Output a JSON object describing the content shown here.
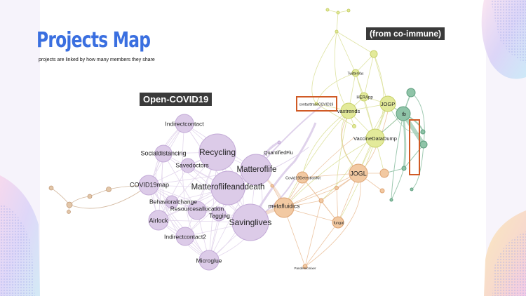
{
  "slide": {
    "title": "Projects Map",
    "subtitle": "projects are linked by how many members they share",
    "group_left_label": "Open-COVID19",
    "group_right_label": "(from co-immune)"
  },
  "colors": {
    "purple": "#dccbe8",
    "purple_stroke": "#c2a9d6",
    "orange": "#f2c9a2",
    "orange_stroke": "#dca070",
    "yellow": "#e3ea9a",
    "yellow_stroke": "#c7d06a",
    "teal": "#8fc4a8",
    "teal_stroke": "#5e9e7e",
    "highlight": "#d05a25"
  },
  "nodes": {
    "indirectcontact": "Indirectcontact",
    "socialdistancing": "Socialdistancing",
    "recycling": "Recycling",
    "savedoctors": "Savedoctors",
    "matteroflife": "Matteroflife",
    "covid19map": "COVID19map",
    "matteroflifeanddeath": "Matteroflifeanddeath",
    "behavioralchange": "Behavioralchange",
    "resourcesallocation": "Resourcesallocation",
    "tagging": "Tagging",
    "airlock": "Airlock",
    "savinglives": "Savinglives",
    "indirectcontact2": "Indirectcontact2",
    "microglue": "Microglue",
    "quantifiedflu": "QuantifiedFlu",
    "contacttracecovid19": "contacttraceCOVID19",
    "vaxtrends": "vaxtrends",
    "jogp": "JOGP",
    "tb": "tb",
    "herapp": "HERApp",
    "twittervac": "TwitterVac",
    "vaccinedatadump": "VaccineDataDump",
    "jogl": "JOGL",
    "covid19detectionkit": "Covid19DetectionKit",
    "metafluidics": "metafluidics",
    "fungal": "fungal",
    "pandemicmixer": "Pandemicmixer"
  }
}
